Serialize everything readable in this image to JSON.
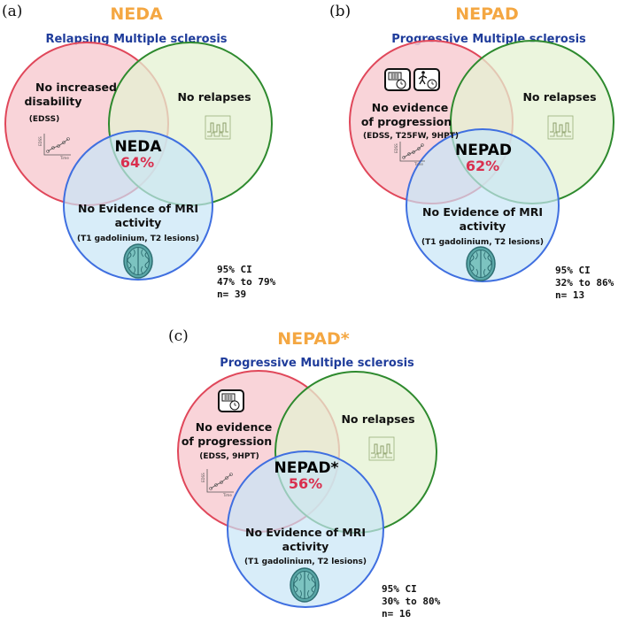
{
  "panels": [
    {
      "letter": "(a)",
      "title": "NEDA",
      "subtitle": "Relapsing Multiple sclerosis",
      "red_label": [
        "No increased",
        "disability"
      ],
      "red_sub": "(EDSS)",
      "green_label": "No relapses",
      "blue_label": [
        "No Evidence of MRI",
        "activity"
      ],
      "blue_sub": "(T1 gadolinium, T2 lesions)",
      "center_label": "NEDA",
      "center_pct": "64%",
      "ci": [
        "95% CI",
        "47% to 79%",
        "n= 39"
      ],
      "icons": [
        "edss-graph-icon"
      ]
    },
    {
      "letter": "(b)",
      "title": "NEPAD",
      "subtitle": "Progressive Multiple sclerosis",
      "red_label": [
        "No evidence",
        "of progression"
      ],
      "red_sub": "(EDSS, T25FW, 9HPT)",
      "green_label": "No relapses",
      "blue_label": [
        "No Evidence of MRI",
        "activity"
      ],
      "blue_sub": "(T1 gadolinium, T2 lesions)",
      "center_label": "NEPAD",
      "center_pct": "62%",
      "ci": [
        "95% CI",
        "32% to 86%",
        "n= 13"
      ],
      "icons": [
        "pegboard-timer-icon",
        "walker-timer-icon",
        "edss-graph-icon"
      ]
    },
    {
      "letter": "(c)",
      "title": "NEPAD*",
      "subtitle": "Progressive Multiple sclerosis",
      "red_label": [
        "No evidence",
        "of progression"
      ],
      "red_sub": "(EDSS, 9HPT)",
      "green_label": "No relapses",
      "blue_label": [
        "No Evidence of MRI",
        "activity"
      ],
      "blue_sub": "(T1 gadolinium, T2 lesions)",
      "center_label": "NEPAD*",
      "center_pct": "56%",
      "ci": [
        "95% CI",
        "30% to 80%",
        "n= 16"
      ],
      "icons": [
        "pegboard-timer-icon",
        "edss-graph-icon"
      ]
    }
  ],
  "icon_text": {
    "edss_y": "EDSS",
    "edss_x": "Time"
  },
  "colors": {
    "red_fill": "#f8cdd2",
    "red_stroke": "#e0475a",
    "green_fill": "#e4f1d2",
    "green_stroke": "#2e8a2e",
    "blue_fill": "#c8e6f6",
    "blue_stroke": "#3f6fe0",
    "title": "#f4a742",
    "subtitle": "#1f3c9b",
    "pct": "#d9304f"
  }
}
